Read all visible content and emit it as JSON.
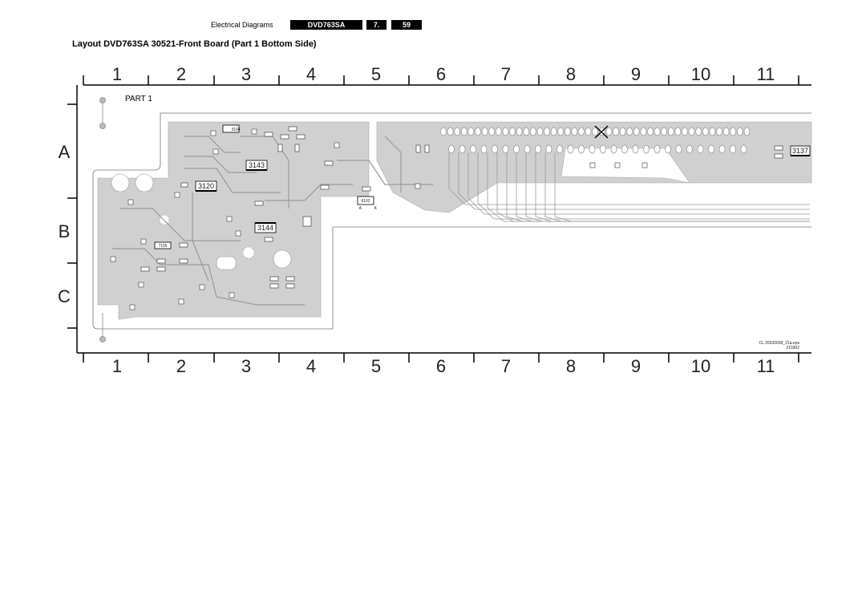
{
  "header": {
    "section": "Electrical Diagrams",
    "model": "DVD763SA",
    "chapter": "7.",
    "page": "59"
  },
  "title": "Layout DVD763SA 30521-Front Board (Part 1 Bottom Side)",
  "part_label": "PART 1",
  "columns": [
    "1",
    "2",
    "3",
    "4",
    "5",
    "6",
    "7",
    "8",
    "9",
    "10",
    "11"
  ],
  "rows": [
    "A",
    "B",
    "C"
  ],
  "components": {
    "c3104": "3104",
    "c3143": "3143",
    "c3120": "3120",
    "c3144": "3144",
    "c6102": "6102",
    "c3137": "3137",
    "c7105": "7105",
    "ak_a": "A",
    "ak_k": "K"
  },
  "footer": {
    "file": "CL 26532039_21a.eps",
    "date": "210302"
  }
}
